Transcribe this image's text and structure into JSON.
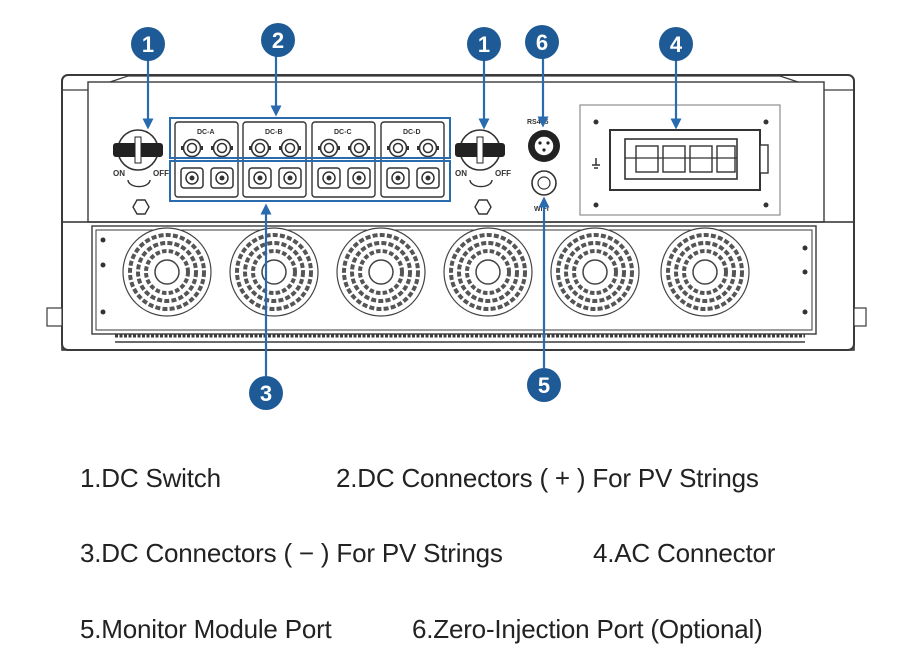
{
  "colors": {
    "badge_fill": "#1e5a96",
    "arrow": "#2a6bb0",
    "outline": "#3a3a3a",
    "highlight_box": "#2a6bb0"
  },
  "callouts": {
    "dc_switch_left": "1",
    "dc_connectors_pos": "2",
    "dc_switch_right": "1",
    "zero_injection": "6",
    "ac_connector": "4",
    "dc_connectors_neg": "3",
    "monitor_port": "5"
  },
  "panel_labels": {
    "dc_a": "DC-A",
    "dc_b": "DC-B",
    "dc_c": "DC-C",
    "dc_d": "DC-D",
    "on": "ON",
    "off": "OFF",
    "rs485": "RS485",
    "wifi": "WiFi"
  },
  "legend": {
    "item1": "1.DC Switch",
    "item2": "2.DC Connectors ( + ) For PV Strings",
    "item3": "3.DC Connectors ( − ) For PV Strings",
    "item4": "4.AC Connector",
    "item5": "5.Monitor Module Port",
    "item6": "6.Zero-Injection Port (Optional)"
  }
}
